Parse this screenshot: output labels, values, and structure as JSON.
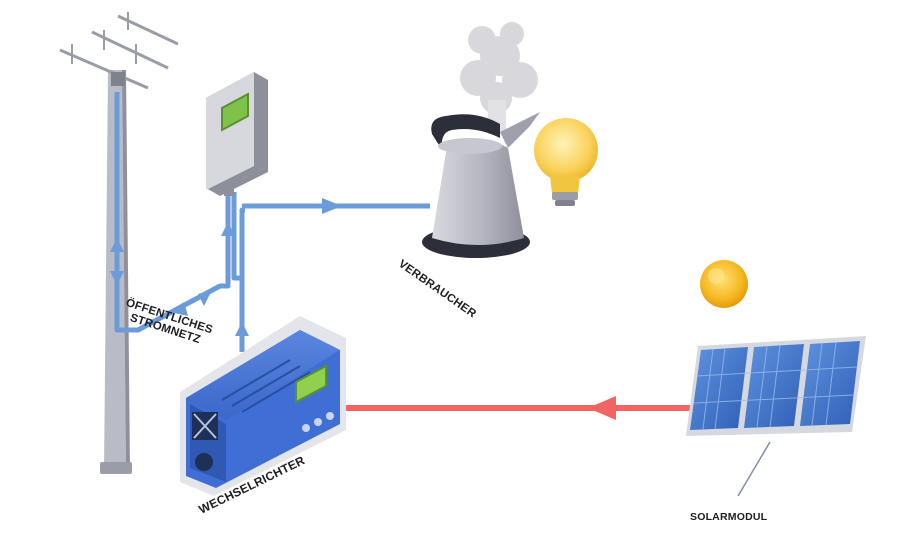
{
  "labels": {
    "grid": [
      "ÖFFENTLICHES",
      "STROMNETZ"
    ],
    "consumer": "VERBRAUCHER",
    "inverter": "WECHSELRICHTER",
    "solar_module": "SOLARMODUL"
  },
  "colors": {
    "ac_line": "#6b9bd8",
    "dc_line": "#f26464",
    "inverter_body": "#3f6fd4",
    "display": "#8fd14f",
    "panel_cell": "#3e74c8",
    "sun": "#f5b820",
    "bulb": "#f9d25a"
  },
  "icons": [
    "power-pole-icon",
    "electricity-meter-icon",
    "kettle-icon",
    "light-bulb-icon",
    "sun-icon",
    "inverter-icon",
    "solar-panel-icon"
  ]
}
